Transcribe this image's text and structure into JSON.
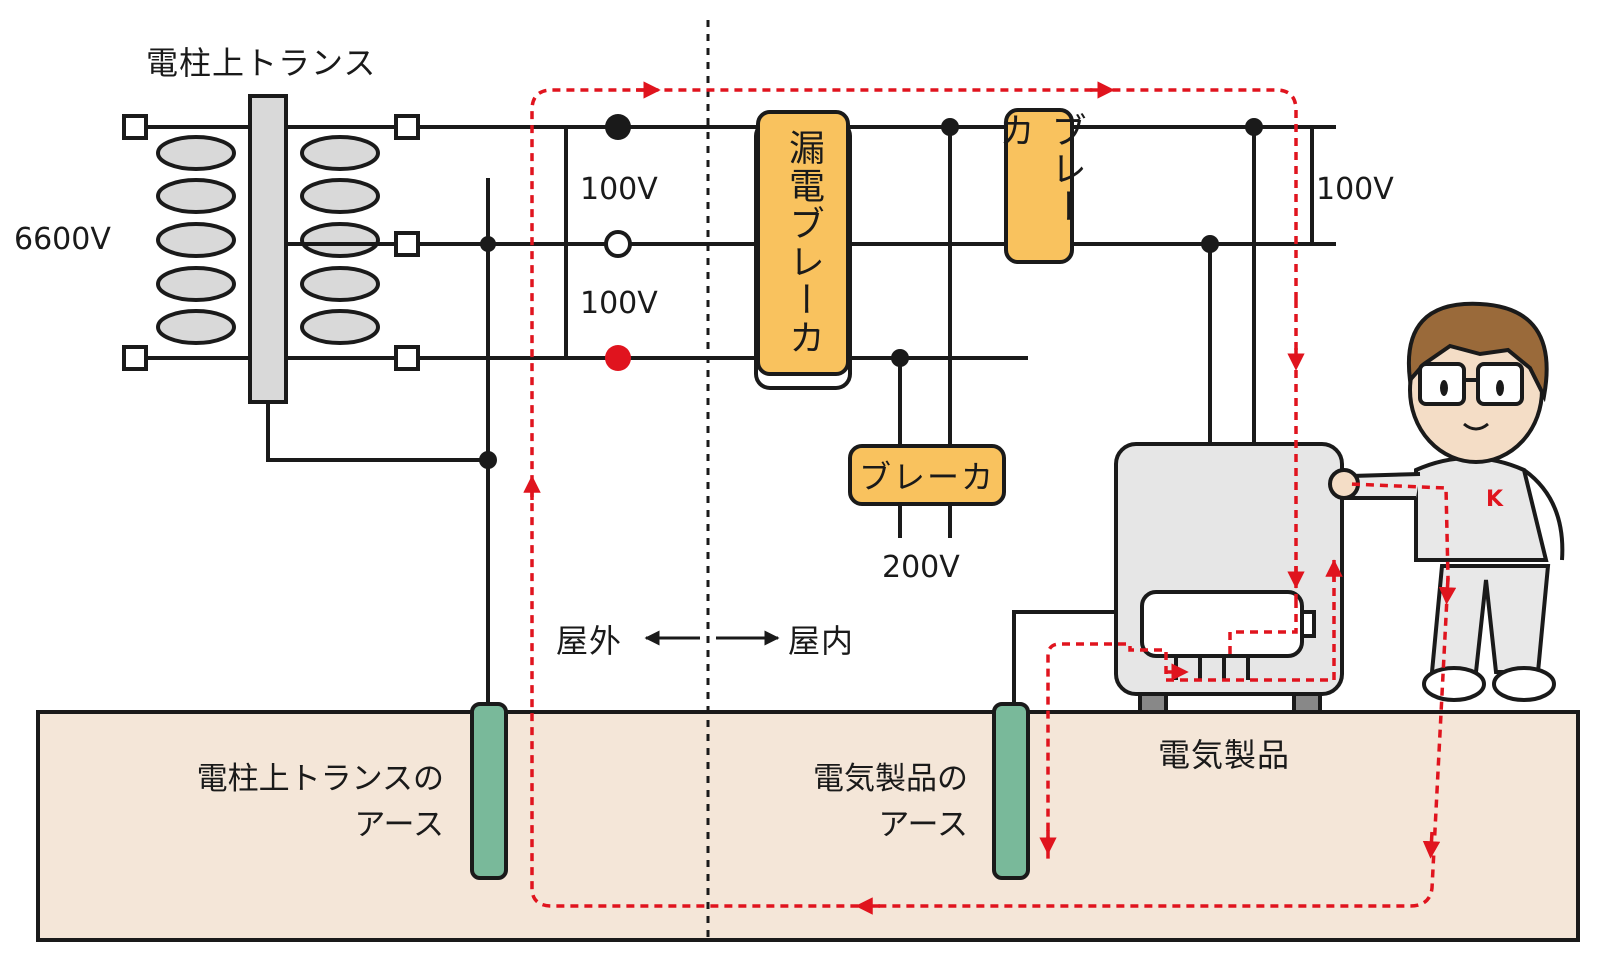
{
  "labels": {
    "transformer_title": "電柱上トランス",
    "primary_voltage": "6600V",
    "v100_upper": "100V",
    "v100_lower": "100V",
    "v100_right": "100V",
    "v200": "200V",
    "outdoor": "屋外",
    "indoor": "屋内",
    "appliance": "電気製品",
    "transformer_earth_line1": "電柱上トランスの",
    "transformer_earth_line2": "アース",
    "appliance_earth_line1": "電気製品の",
    "appliance_earth_line2": "アース"
  },
  "breakers": {
    "earth_leakage": "漏電ブレーカ",
    "branch_right": "ブレーカ",
    "branch_200v": "ブレーカ"
  },
  "colors": {
    "line": "#1a1a1a",
    "fault_current": "#e0141e",
    "breaker_fill": "#f9c25e",
    "ground_fill": "#f4e6d8",
    "earth_rod": "#79b99a",
    "coil_fill": "#d9d9d9",
    "appliance_fill": "#e6e6e6"
  }
}
